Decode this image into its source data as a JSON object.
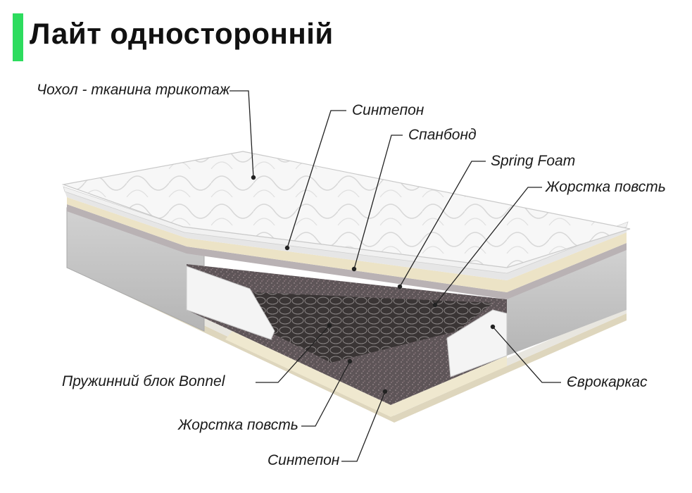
{
  "title": "Лайт односторонній",
  "accent_color": "#2ddc5e",
  "labels": {
    "cover": "Чохол - тканина трикотаж",
    "sintepon_top": "Синтепон",
    "spanbond": "Спанбонд",
    "spring_foam": "Spring Foam",
    "felt_top": "Жорстка повсть",
    "spring_block": "Пружинний блок Bonnel",
    "felt_bottom": "Жорстка повсть",
    "sintepon_bottom": "Синтепон",
    "euro_frame": "Єврокаркас"
  }
}
